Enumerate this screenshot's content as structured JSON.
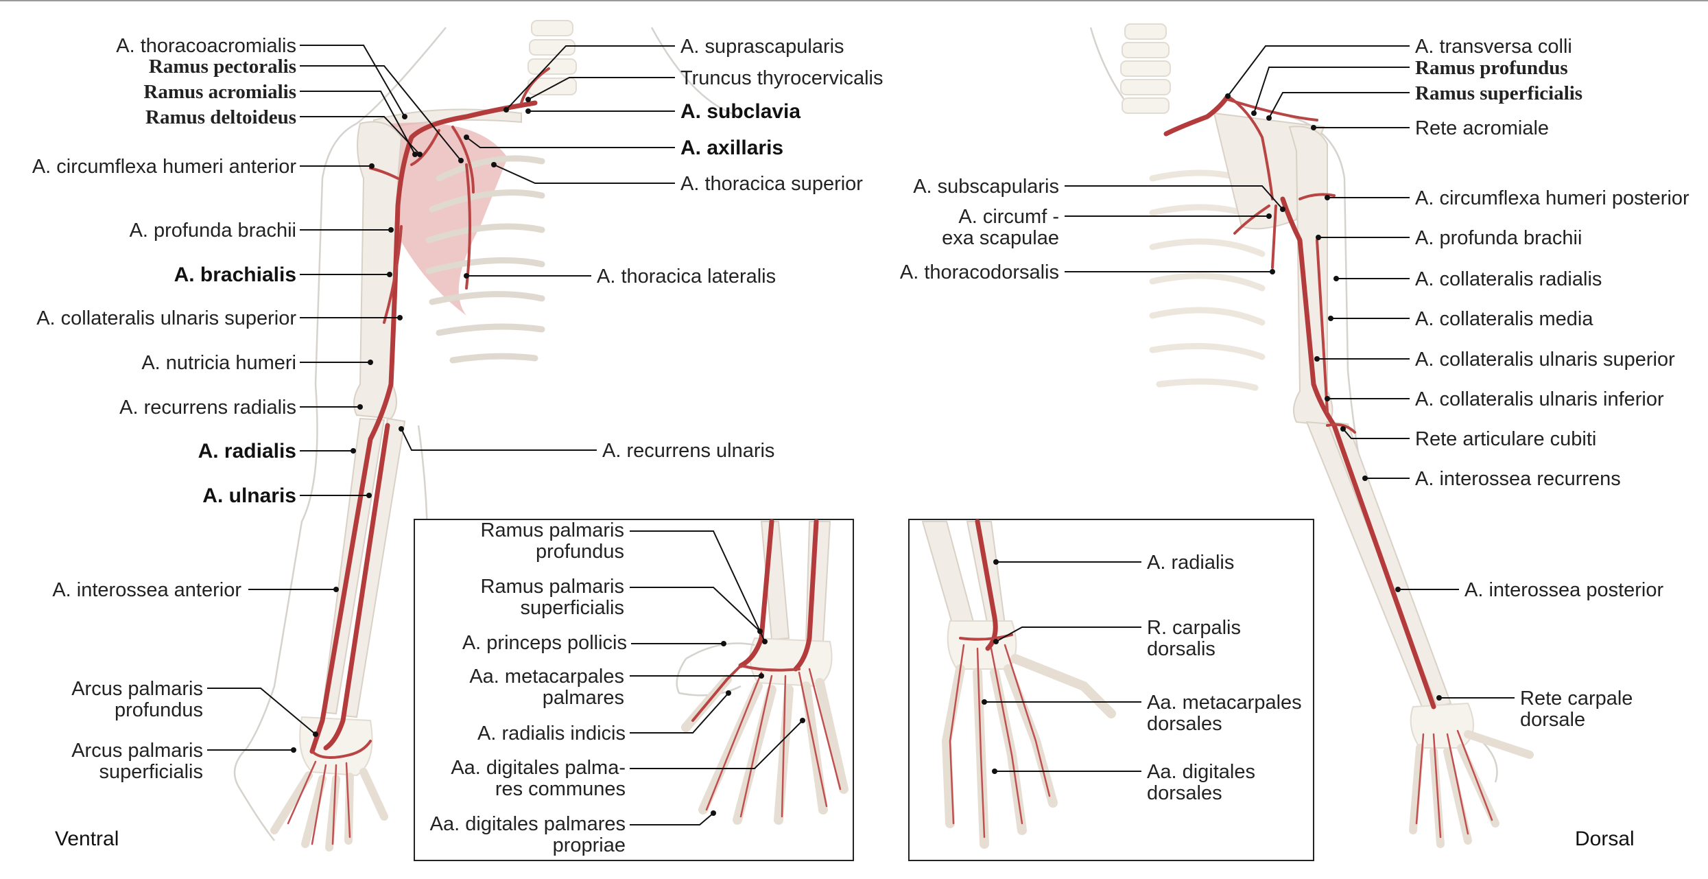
{
  "ventral_labels": {
    "thoracoacromialis": "A. thoracoacromialis",
    "ramus_pectoralis": "Ramus pectoralis",
    "ramus_acromialis": "Ramus acromialis",
    "ramus_deltoideus": "Ramus deltoideus",
    "circumflexa_humeri_anterior": "A. circumflexa humeri anterior",
    "profunda_brachii": "A. profunda brachii",
    "brachialis": "A. brachialis",
    "collateralis_ulnaris_superior": "A. collateralis ulnaris superior",
    "nutricia_humeri": "A. nutricia humeri",
    "recurrens_radialis": "A. recurrens radialis",
    "radialis": "A. radialis",
    "ulnaris": "A. ulnaris",
    "interossea_anterior": "A. interossea anterior",
    "arcus_profundus_1": "Arcus palmaris",
    "arcus_profundus_2": "profundus",
    "arcus_superficialis_1": "Arcus palmaris",
    "arcus_superficialis_2": "superficialis",
    "suprascapularis": "A. suprascapularis",
    "truncus_thyrocervicalis": "Truncus thyrocervicalis",
    "subclavia": "A. subclavia",
    "axillaris": "A. axillaris",
    "thoracica_superior": "A. thoracica superior",
    "thoracica_lateralis": "A. thoracica lateralis",
    "recurrens_ulnaris": "A. recurrens ulnaris"
  },
  "palm_inset_labels": {
    "ramus_palmaris_profundus_1": "Ramus palmaris",
    "ramus_palmaris_profundus_2": "profundus",
    "ramus_palmaris_superficialis_1": "Ramus palmaris",
    "ramus_palmaris_superficialis_2": "superficialis",
    "princeps_pollicis": "A. princeps pollicis",
    "metacarpales_palmares_1": "Aa. metacarpales",
    "metacarpales_palmares_2": "palmares",
    "radialis_indicis": "A. radialis indicis",
    "digitales_communes_1": "Aa. digitales palma-",
    "digitales_communes_2": "res communes",
    "digitales_propriae_1": "Aa. digitales palmares",
    "digitales_propriae_2": "propriae"
  },
  "dorsal_inset_labels": {
    "radialis": "A. radialis",
    "carpalis_dorsalis_1": "R. carpalis",
    "carpalis_dorsalis_2": "dorsalis",
    "metacarpales_dorsales_1": "Aa. metacarpales",
    "metacarpales_dorsales_2": "dorsales",
    "digitales_dorsales_1": "Aa. digitales",
    "digitales_dorsales_2": "dorsales"
  },
  "dorsal_labels": {
    "subscapularis": "A. subscapularis",
    "circumflexa_scapulae_1": "A. circumf -",
    "circumflexa_scapulae_2": "exa scapulae",
    "thoracodorsalis": "A. thoracodorsalis",
    "transversa_colli": "A. transversa colli",
    "ramus_profundus": "Ramus profundus",
    "ramus_superficialis": "Ramus superficialis",
    "rete_acromiale": "Rete acromiale",
    "circumflexa_humeri_posterior": "A. circumflexa humeri posterior",
    "profunda_brachii": "A. profunda brachii",
    "collateralis_radialis": "A. collateralis radialis",
    "collateralis_media": "A. collateralis media",
    "collateralis_ulnaris_superior": "A. collateralis ulnaris superior",
    "collateralis_ulnaris_inferior": "A. collateralis ulnaris inferior",
    "rete_articulare_cubiti": "Rete articulare cubiti",
    "interossea_recurrens": "A. interossea recurrens",
    "interossea_posterior": "A. interossea posterior",
    "rete_carpale_1": "Rete carpale",
    "rete_carpale_2": "dorsale"
  },
  "view_labels": {
    "ventral": "Ventral",
    "dorsal": "Dorsal"
  },
  "colors": {
    "artery": "#b33b3b",
    "bone": "#f1ece5",
    "muscle": "#e8a8a8",
    "leader": "#111111"
  }
}
